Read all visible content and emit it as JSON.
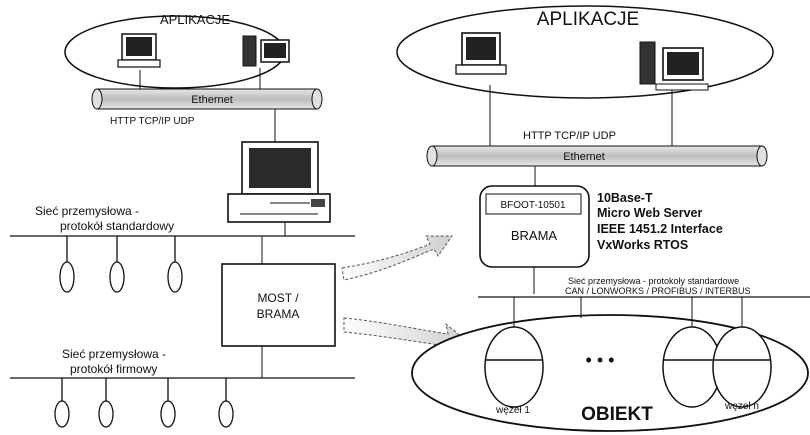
{
  "left": {
    "app_title": "APLIKACJE",
    "ethernet": "Ethernet",
    "protocols": "HTTP TCP/IP UDP",
    "net_std_line1": "Sieć przemysłowa -",
    "net_std_line2": "protokół standardowy",
    "bridge_line1": "MOST /",
    "bridge_line2": "BRAMA",
    "net_firm_line1": "Sieć przemysłowa -",
    "net_firm_line2": "protokół firmowy"
  },
  "right": {
    "app_title": "APLIKACJE",
    "protocols": "HTTP TCP/IP UDP",
    "ethernet": "Ethernet",
    "gateway_model": "BFOOT-10501",
    "gateway_label": "BRAMA",
    "features": [
      "10Base-T",
      "Micro Web Server",
      "IEEE 1451.2 Interface",
      "VxWorks RTOS"
    ],
    "net_line1": "Sieć przemysłowa - protokoły standardowe",
    "net_line2": "CAN / LONWORKS / PROFIBUS / INTERBUS",
    "ellipsis": "• • •",
    "node1": "węzeł 1",
    "noden": "węzeł n",
    "object_label": "OBIEKT"
  },
  "colors": {
    "ink": "#111111",
    "pipe_fill": "#c8c8c8",
    "arrow_fill": "#d9d9d9"
  }
}
